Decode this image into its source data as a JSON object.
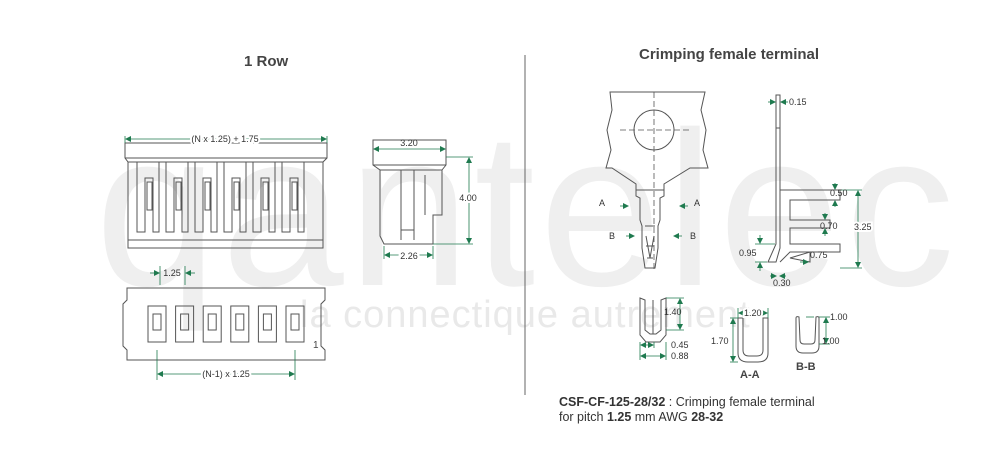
{
  "watermark": {
    "logo_text": "qantelec",
    "tagline": "la connectique autrement"
  },
  "left_panel": {
    "title": "1 Row",
    "dims": {
      "overall_width": "(N x 1.25) + 1.75",
      "side_width": "3.20",
      "height": "4.00",
      "base_width": "2.26",
      "pitch": "1.25",
      "pin_span": "(N-1) x 1.25",
      "pin_label": "1"
    }
  },
  "right_panel": {
    "title": "Crimping female terminal",
    "dims": {
      "thickness": "0.15",
      "d050": "0.50",
      "d070": "0.70",
      "d325": "3.25",
      "d095": "0.95",
      "d075": "0.75",
      "d030": "0.30",
      "d140": "1.40",
      "d045": "0.45",
      "d088": "0.88",
      "d120": "1.20",
      "d170": "1.70",
      "d100a": "1.00",
      "d100b": "1.00"
    },
    "section_labels": {
      "a": "A",
      "b": "B",
      "aa": "A-A",
      "bb": "B-B"
    },
    "caption": {
      "part": "CSF-CF-125-28/32",
      "sep": " : ",
      "desc1": "Crimping female terminal",
      "line2_prefix": "for pitch ",
      "pitch": "1.25",
      "mid": " mm AWG ",
      "awg": "28-32"
    }
  },
  "colors": {
    "line": "#555555",
    "dimension": "#1f7a4f",
    "watermark": "#eeeeee",
    "divider": "#666666"
  }
}
